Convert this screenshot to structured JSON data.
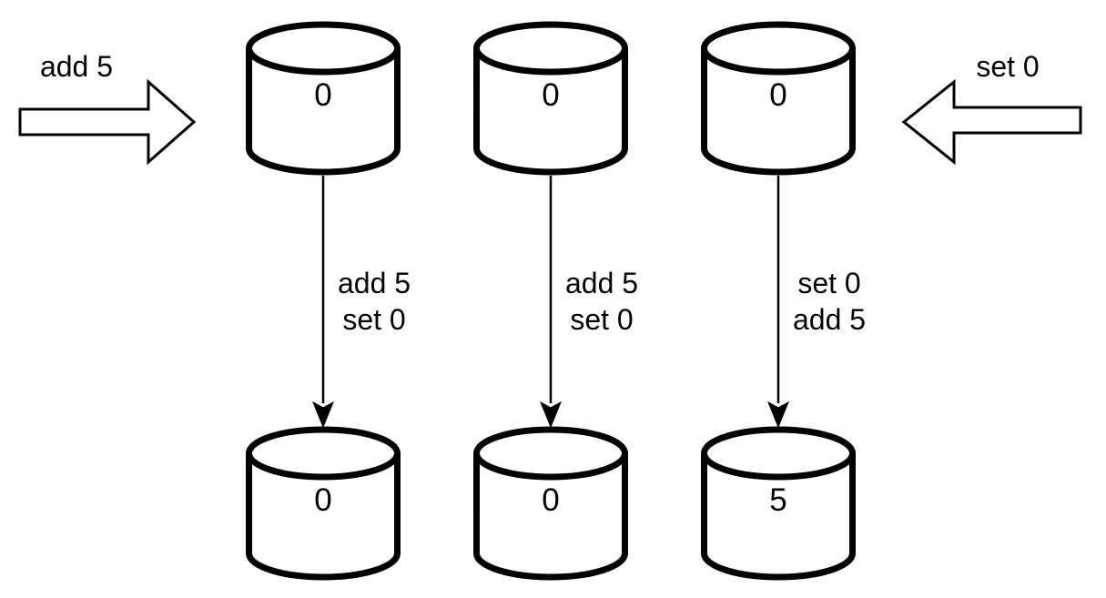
{
  "diagram": {
    "description_colors": {
      "stroke": "#000000",
      "fill": "#ffffff"
    },
    "inputs": {
      "left": {
        "label": "add 5",
        "arrow_direction": "right"
      },
      "right": {
        "label": "set 0",
        "arrow_direction": "left"
      }
    },
    "replicas": [
      {
        "initial_value": "0",
        "operations": [
          "add 5",
          "set 0"
        ],
        "final_value": "0"
      },
      {
        "initial_value": "0",
        "operations": [
          "add 5",
          "set 0"
        ],
        "final_value": "0"
      },
      {
        "initial_value": "0",
        "operations": [
          "set 0",
          "add 5"
        ],
        "final_value": "5"
      }
    ]
  }
}
